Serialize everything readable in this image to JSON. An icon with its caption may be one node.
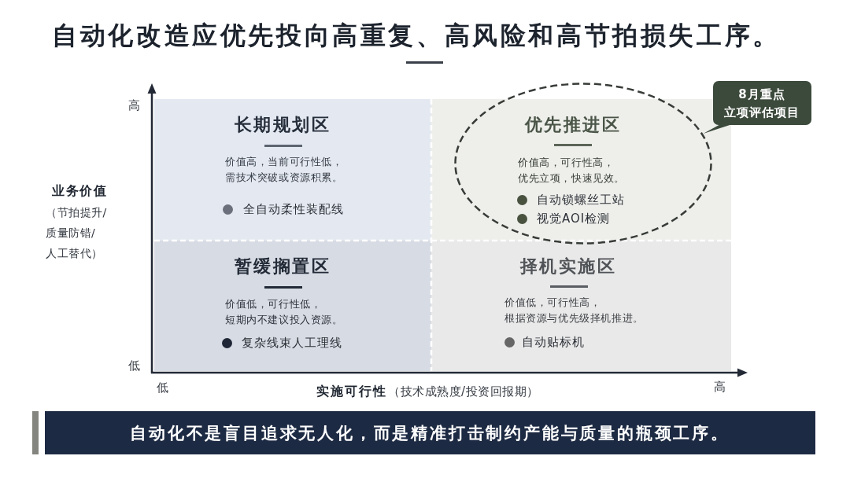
{
  "diagram": {
    "title": "自动化改造应优先投向高重复、高风险和高节拍损失工序。",
    "nodes": [
      {
        "text": [
          "长期规划区",
          "价值高，当前可行性低，需技术突破或资源积累。",
          "全自动柔性装配线"
        ]
      },
      {
        "text": [],
        "shape": "box"
      },
      {
        "text": [
          "优先推进区",
          "价值高，可行性高，优先立项，快速见效。",
          "自动锁螺丝工站",
          "视觉AOI检测"
        ]
      },
      {
        "text": [
          "8月重点",
          "立项评估项目"
        ]
      },
      {
        "text": [
          "暂缓搁置区",
          "价值低，可行性低，短期内不建议投入资源。",
          "复杂线束人工理线"
        ]
      },
      {
        "text": [
          "择机实施区",
          "价值低，可行性高，根据资源与优先级择机推进。",
          "自动贴标机"
        ]
      },
      {
        "text": [
          "自动化不是盲目追求无人化，而是精准打击制约产能与质量的瓶颈工序。"
        ]
      }
    ],
    "edges": [
      {
        "from": 3,
        "to": 2,
        "arrow": "none"
      }
    ],
    "labels": [
      "高",
      "业务价值",
      "（节拍提升/质量防错/人工替代）",
      "低",
      "低",
      "实施可行性",
      "（技术成熟度/投资回报期）",
      "高"
    ]
  }
}
